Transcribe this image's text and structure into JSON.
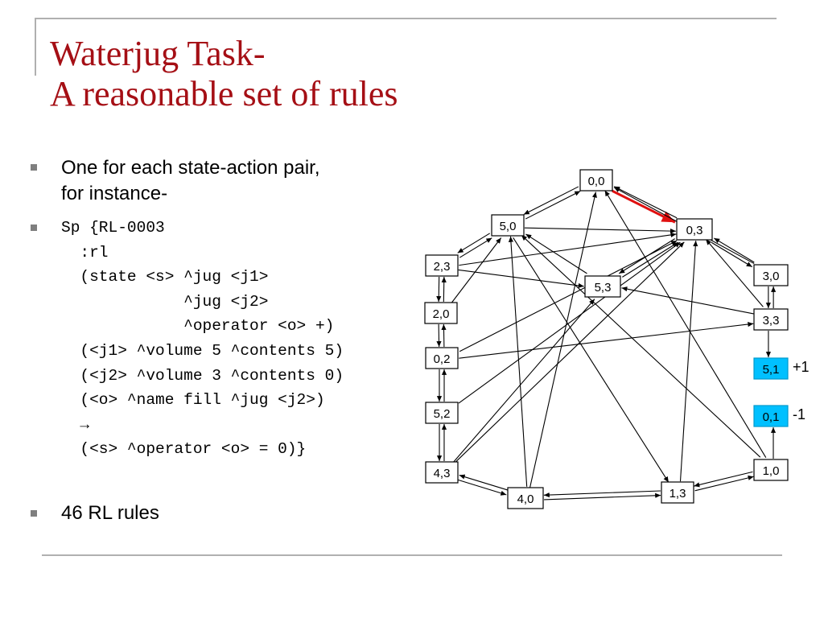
{
  "slide": {
    "title_line1": "Waterjug Task-",
    "title_line2": "A reasonable set of rules",
    "bullet1": {
      "line1": "One for each state-action pair,",
      "line2": "for instance-"
    },
    "code_lines": [
      "Sp {RL-0003",
      "  :rl",
      "  (state <s> ^jug <j1>",
      "             ^jug <j2>",
      "             ^operator <o> +)",
      "  (<j1> ^volume 5 ^contents 5)",
      "  (<j2> ^volume 3 ^contents 0)",
      "  (<o> ^name fill ^jug <j2>)",
      "  →",
      "  (<s> ^operator <o> = 0)}"
    ],
    "bullet3": "46 RL rules"
  },
  "diagram": {
    "states": [
      {
        "id": "s00",
        "label": "0,0"
      },
      {
        "id": "s50",
        "label": "5,0"
      },
      {
        "id": "s03",
        "label": "0,3"
      },
      {
        "id": "s23",
        "label": "2,3"
      },
      {
        "id": "s53",
        "label": "5,3"
      },
      {
        "id": "s30",
        "label": "3,0"
      },
      {
        "id": "s20",
        "label": "2,0"
      },
      {
        "id": "s33",
        "label": "3,3"
      },
      {
        "id": "s02",
        "label": "0,2"
      },
      {
        "id": "s51",
        "label": "5,1",
        "reward": "+1",
        "goal": true
      },
      {
        "id": "s52",
        "label": "5,2"
      },
      {
        "id": "s01",
        "label": "0,1",
        "reward": "-1",
        "goal": true
      },
      {
        "id": "s43",
        "label": "4,3"
      },
      {
        "id": "s10",
        "label": "1,0"
      },
      {
        "id": "s40",
        "label": "4,0"
      },
      {
        "id": "s13",
        "label": "1,3"
      }
    ],
    "transitions": [
      [
        "s00",
        "s50"
      ],
      [
        "s00",
        "s03"
      ],
      [
        "s50",
        "s00"
      ],
      [
        "s03",
        "s00"
      ],
      [
        "s50",
        "s03"
      ],
      [
        "s50",
        "s23"
      ],
      [
        "s23",
        "s50"
      ],
      [
        "s50",
        "s13"
      ],
      [
        "s03",
        "s53"
      ],
      [
        "s53",
        "s03"
      ],
      [
        "s03",
        "s30"
      ],
      [
        "s30",
        "s03"
      ],
      [
        "s53",
        "s50"
      ],
      [
        "s23",
        "s53"
      ],
      [
        "s33",
        "s53"
      ],
      [
        "s23",
        "s03"
      ],
      [
        "s23",
        "s20"
      ],
      [
        "s20",
        "s23"
      ],
      [
        "s20",
        "s02"
      ],
      [
        "s02",
        "s20"
      ],
      [
        "s02",
        "s52"
      ],
      [
        "s52",
        "s02"
      ],
      [
        "s52",
        "s43"
      ],
      [
        "s43",
        "s52"
      ],
      [
        "s43",
        "s40"
      ],
      [
        "s40",
        "s43"
      ],
      [
        "s40",
        "s13"
      ],
      [
        "s13",
        "s40"
      ],
      [
        "s13",
        "s10"
      ],
      [
        "s10",
        "s13"
      ],
      [
        "s30",
        "s33"
      ],
      [
        "s33",
        "s30"
      ],
      [
        "s33",
        "s51"
      ],
      [
        "s10",
        "s01"
      ],
      [
        "s10",
        "s00"
      ],
      [
        "s13",
        "s03"
      ],
      [
        "s40",
        "s00"
      ],
      [
        "s33",
        "s03"
      ],
      [
        "s30",
        "s00"
      ],
      [
        "s02",
        "s03"
      ],
      [
        "s20",
        "s50"
      ],
      [
        "s52",
        "s03"
      ],
      [
        "s43",
        "s03"
      ],
      [
        "s40",
        "s50"
      ],
      [
        "s10",
        "s50"
      ],
      [
        "s02",
        "s33"
      ],
      [
        "s43",
        "s53"
      ]
    ],
    "highlight": {
      "from": "s00",
      "to": "s03"
    },
    "colors": {
      "goal_fill": "#00c0ff",
      "highlight": "#e01010",
      "line": "#000000"
    }
  }
}
